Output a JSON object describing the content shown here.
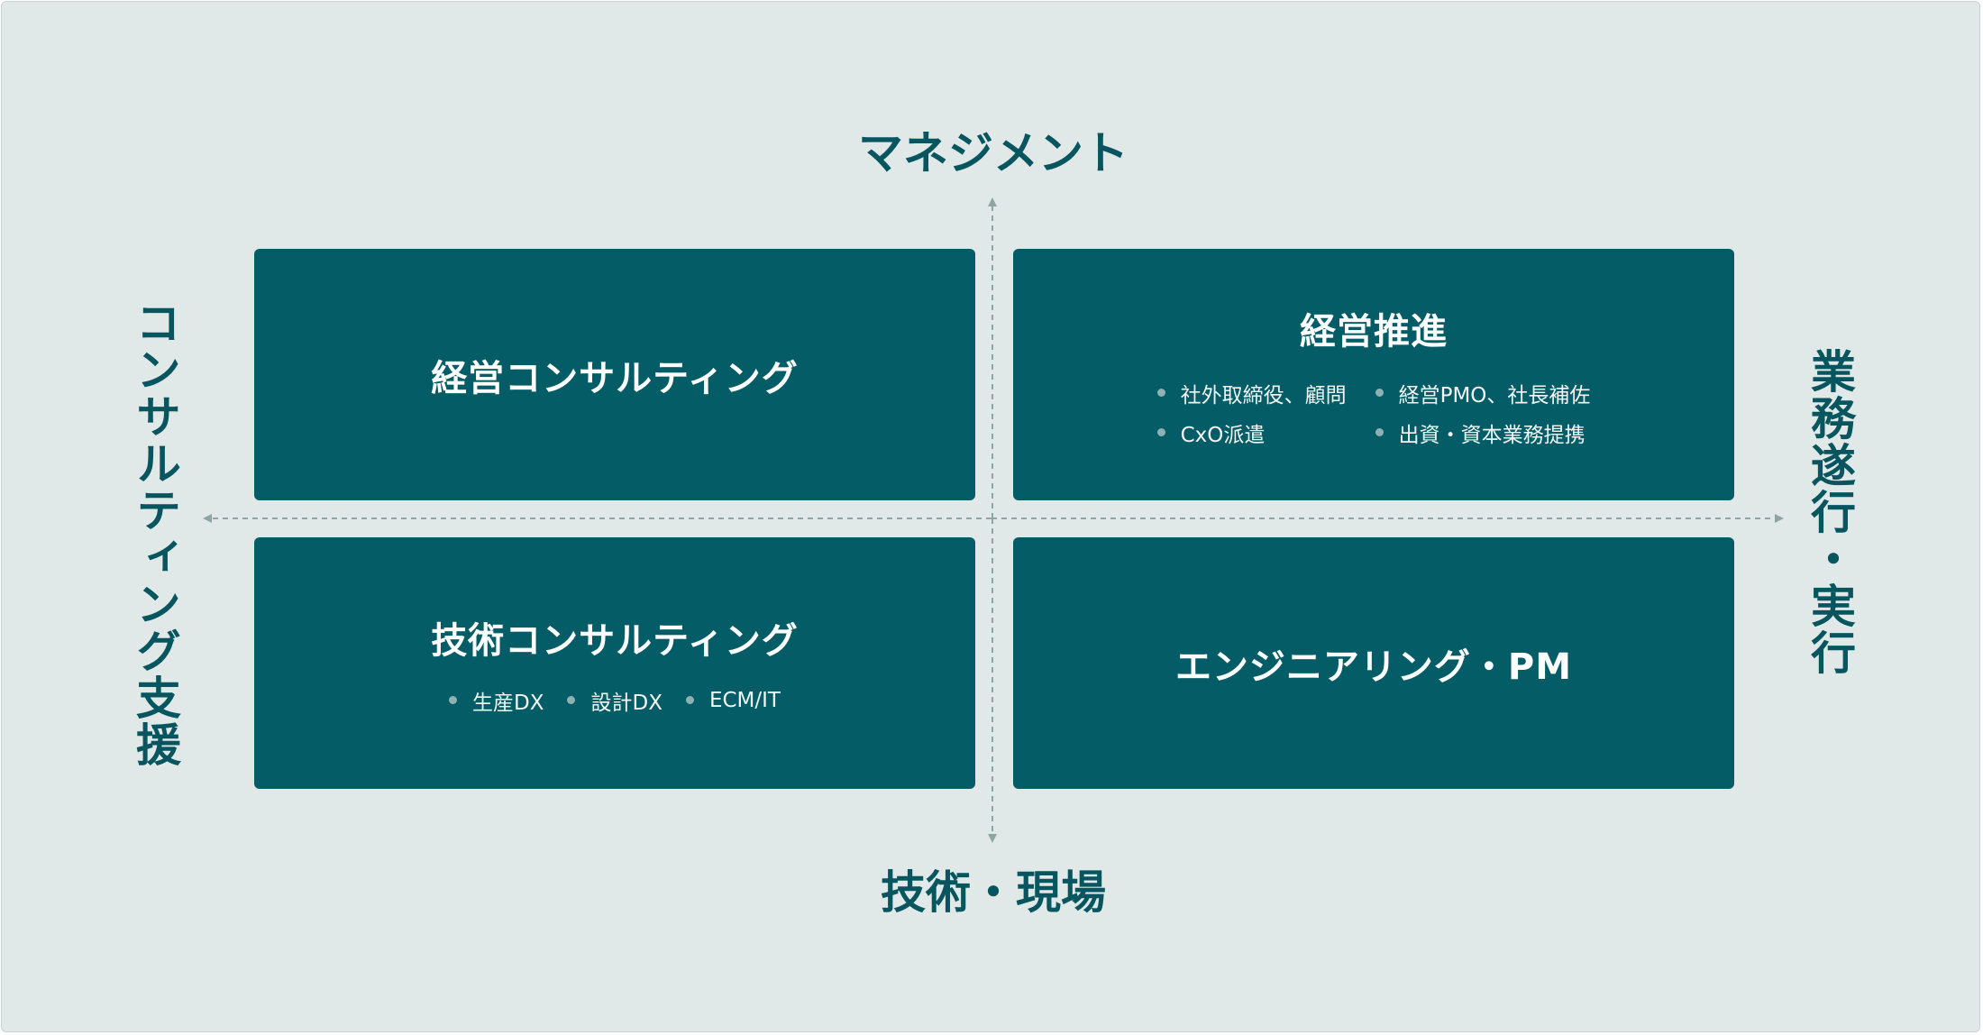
{
  "axes": {
    "top": "マネジメント",
    "bottom": "技術・現場",
    "left": "コンサルティング支援",
    "right": "業務遂行・実行"
  },
  "quadrants": {
    "top_left": {
      "title": "経営コンサルティング"
    },
    "top_right": {
      "title": "経営推進",
      "items": [
        "社外取締役、顧問",
        "経営PMO、社長補佐",
        "CxO派遣",
        "出資・資本業務提携"
      ]
    },
    "bottom_left": {
      "title": "技術コンサルティング",
      "items": [
        "生産DX",
        "設計DX",
        "ECM/IT"
      ]
    },
    "bottom_right": {
      "title": "エンジニアリング・PM"
    }
  },
  "colors": {
    "background": "#e1e9e8",
    "box": "#035c66",
    "label": "#07565f",
    "axis": "#8da6a3"
  }
}
